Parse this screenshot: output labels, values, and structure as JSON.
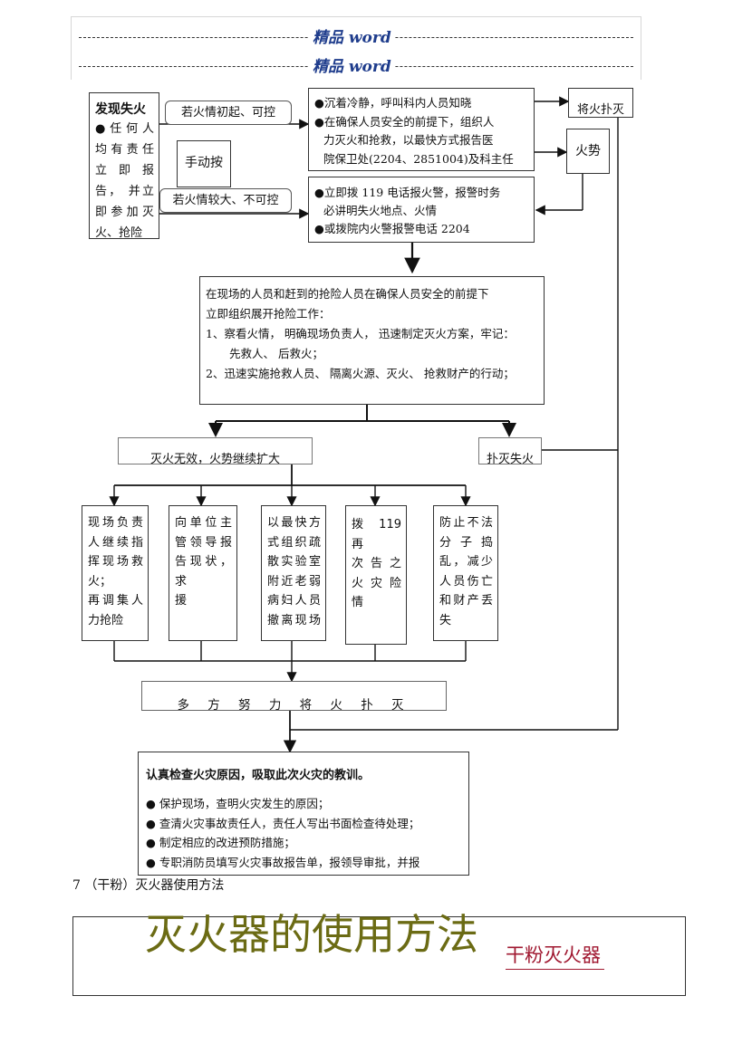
{
  "header": {
    "line1": "精品 word",
    "line2": "精品 word"
  },
  "flow": {
    "discover": {
      "title": "发现失火",
      "lines": [
        "● 任 何 人",
        "均 有 责 任",
        "立 即 报",
        "告， 并立",
        "即参加灭",
        "火、抢险"
      ]
    },
    "manual": "手动按",
    "cond_early": "若火情初起、可控",
    "cond_large": "若火情较大、不可控",
    "calm": [
      "●沉着冷静，呼叫科内人员知晓",
      "●在确保人员安全的前提下，组织人",
      "力灭火和抢救，以最快方式报告医",
      "院保卫处(2204、2851004)及科主任"
    ],
    "put_out": "将火扑灭",
    "fire_spread": "火势",
    "call119": [
      "●立即拨 119 电话报火警，报警时务",
      "必讲明失火地点、火情",
      "●或拨院内火警报警电话 2204"
    ],
    "onsite": [
      "在现场的人员和赶到的抢险人员在确保人员安全的前提下",
      "立即组织展开抢险工作：",
      "1、察看火情， 明确现场负责人， 迅速制定灭火方案，牢记：",
      "先救人、 后救火；",
      "2、迅速实施抢救人员、 隔离火源、灭火、 抢救财产的行动；"
    ],
    "ineffective": "灭火无效，火势继续扩大",
    "extinguished": "扑灭失火",
    "actions": [
      [
        "现场负责",
        "人继续指",
        "挥现场救",
        "火；",
        "再调集人",
        "力抢险"
      ],
      [
        "向单位主",
        "管领导报",
        "告现状，求",
        "援"
      ],
      [
        "以最快方",
        "式组织疏",
        "散实验室",
        "附近老弱",
        "病妇人员",
        "撤离现场"
      ],
      [
        "拨 119 再",
        "次 告 之",
        "火 灾 险",
        "情"
      ],
      [
        "防止不法",
        "分 子 捣",
        "乱，减少",
        "人员伤亡",
        "和财产丢",
        "失"
      ]
    ],
    "joint": "多 方 努 力 将 火 扑 灭",
    "review": {
      "title": "认真检查火灾原因，吸取此次火灾的教训。",
      "items": [
        "● 保护现场，查明火灾发生的原因；",
        "● 查清火灾事故责任人，责任人写出书面检查待处理；",
        "● 制定相应的改进预防措施；",
        "● 专职消防员填写火灾事故报告单，报领导审批，并报"
      ]
    }
  },
  "section7": "7 （干粉）灭火器使用方法",
  "banner": {
    "title": "灭火器的使用方法",
    "subtitle": "干粉灭火器"
  },
  "colors": {
    "header_blue": "#1e3c8c",
    "title_olive": "#6b6b14",
    "subtitle_red": "#a01830"
  }
}
